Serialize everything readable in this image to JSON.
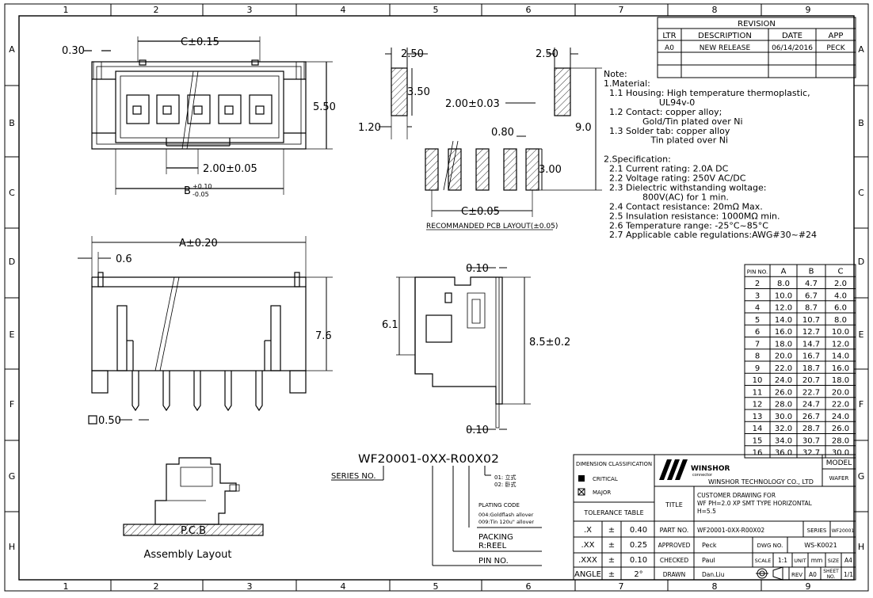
{
  "grid": {
    "cols": [
      "1",
      "2",
      "3",
      "4",
      "5",
      "6",
      "7",
      "8",
      "9"
    ],
    "rows": [
      "A",
      "B",
      "C",
      "D",
      "E",
      "F",
      "G",
      "H"
    ]
  },
  "revision": {
    "title": "REVISION",
    "headers": [
      "LTR",
      "DESCRIPTION",
      "DATE",
      "APP"
    ],
    "rows": [
      [
        "A0",
        "NEW RELEASE",
        "06/14/2016",
        "PECK"
      ]
    ]
  },
  "notes": {
    "title": "Note:",
    "lines": [
      "1.Material:",
      "  1.1 Housing: High temperature thermoplastic,",
      "                    UL94v-0",
      "  1.2 Contact: copper alloy;",
      "              Gold/Tin plated over Ni",
      "  1.3 Solder tab: copper alloy",
      "                 Tin plated over Ni",
      "",
      "2.Specification:",
      "  2.1 Current rating: 2.0A DC",
      "  2.2 Voltage rating: 250V AC/DC",
      "  2.3 Dielectric withstanding woltage:",
      "              800V(AC) for 1 min.",
      "  2.4 Contact resistance: 20mΩ Max.",
      "  2.5 Insulation resistance: 1000MΩ min.",
      "  2.6 Temperature range: -25°C~85°C",
      "  2.7 Applicable cable regulations:AWG#30~#24"
    ]
  },
  "pin_table": {
    "headers": [
      "PIN NO.",
      "A",
      "B",
      "C"
    ],
    "rows": [
      [
        "2",
        "8.0",
        "4.7",
        "2.0"
      ],
      [
        "3",
        "10.0",
        "6.7",
        "4.0"
      ],
      [
        "4",
        "12.0",
        "8.7",
        "6.0"
      ],
      [
        "5",
        "14.0",
        "10.7",
        "8.0"
      ],
      [
        "6",
        "16.0",
        "12.7",
        "10.0"
      ],
      [
        "7",
        "18.0",
        "14.7",
        "12.0"
      ],
      [
        "8",
        "20.0",
        "16.7",
        "14.0"
      ],
      [
        "9",
        "22.0",
        "18.7",
        "16.0"
      ],
      [
        "10",
        "24.0",
        "20.7",
        "18.0"
      ],
      [
        "11",
        "26.0",
        "22.7",
        "20.0"
      ],
      [
        "12",
        "28.0",
        "24.7",
        "22.0"
      ],
      [
        "13",
        "30.0",
        "26.7",
        "24.0"
      ],
      [
        "14",
        "32.0",
        "28.7",
        "26.0"
      ],
      [
        "15",
        "34.0",
        "30.7",
        "28.0"
      ],
      [
        "16",
        "36.0",
        "32.7",
        "30.0"
      ]
    ]
  },
  "dims": {
    "top_030": "0.30",
    "top_c015": "C±0.15",
    "top_550": "5.50",
    "top_200": "2.00±0.05",
    "top_b": "B",
    "top_b_tol_up": "+0.10",
    "top_b_tol_dn": "-0.05",
    "pcb_250a": "2.50",
    "pcb_250b": "2.50",
    "pcb_350": "3.50",
    "pcb_200": "2.00±0.03",
    "pcb_120": "1.20",
    "pcb_080": "0.80",
    "pcb_90": "9.0",
    "pcb_300": "3.00",
    "pcb_c005": "C±0.05",
    "pcb_caption": "RECOMMANDED PCB LAYOUT(±0.05)",
    "front_a": "A±0.20",
    "front_06": "0.6",
    "front_76": "7.6",
    "front_050": "0.50",
    "side_010a": "0.10",
    "side_61": "6.1",
    "side_85": "8.5±0.2",
    "side_010b": "0.10"
  },
  "assembly": {
    "pcb_label": "P.C.B",
    "caption": "Assembly Layout"
  },
  "partnum": {
    "code": "WF20001-0XX-R00X02",
    "series_label": "SERIES NO.",
    "opt1": "01: 立式",
    "opt2": "02: 卧式",
    "plating_title": "PLATING CODE",
    "plating_1": "004:Goldflash allover",
    "plating_2": "009:Tin 120u\" allover",
    "packing_1": "PACKING",
    "packing_2": "R:REEL",
    "pin_label": "PIN NO."
  },
  "titleblock": {
    "dim_class": "DIMENSION CLASSIFICATION",
    "critical": "CRITICAL",
    "major": "MAJOR",
    "tol_table": "TOLERANCE TABLE",
    "tolerances": [
      [
        ".X",
        "±",
        "0.40"
      ],
      [
        ".XX",
        "±",
        "0.25"
      ],
      [
        ".XXX",
        "±",
        "0.10"
      ],
      [
        "ANGLE",
        "±",
        "2°"
      ]
    ],
    "company_logo": "WINSHOR",
    "company_sub": "connector",
    "company": "WINSHOR TECHNOLOGY CO., LTD",
    "model_label": "MODEL",
    "model_value": "WAFER",
    "title_label": "TITLE",
    "title_lines": [
      "CUSTOMER DRAWING FOR",
      "WF PH=2.0 XP SMT TYPE HORIZONTAL",
      "H=5.5"
    ],
    "partno_label": "PART NO.",
    "partno_value": "WF20001-0XX-R00X02",
    "series_label": "SERIES",
    "series_value": "WF20001",
    "approved_label": "APPROVED",
    "approved_value": "Peck",
    "dwgno_label": "DWG NO.",
    "dwgno_value": "WS-K0021",
    "checked_label": "CHECKED",
    "checked_value": "Paul",
    "scale_label": "SCALE",
    "scale_value": "1:1",
    "unit_label": "UNIT",
    "unit_value": "mm",
    "size_label": "SIZE",
    "size_value": "A4",
    "drawn_label": "DRAWN",
    "drawn_value": "Dan.Liu",
    "rev_label": "REV",
    "rev_value": "A0",
    "sheet_label_1": "SHEET",
    "sheet_label_2": "NO.",
    "sheet_value": "1/1"
  }
}
